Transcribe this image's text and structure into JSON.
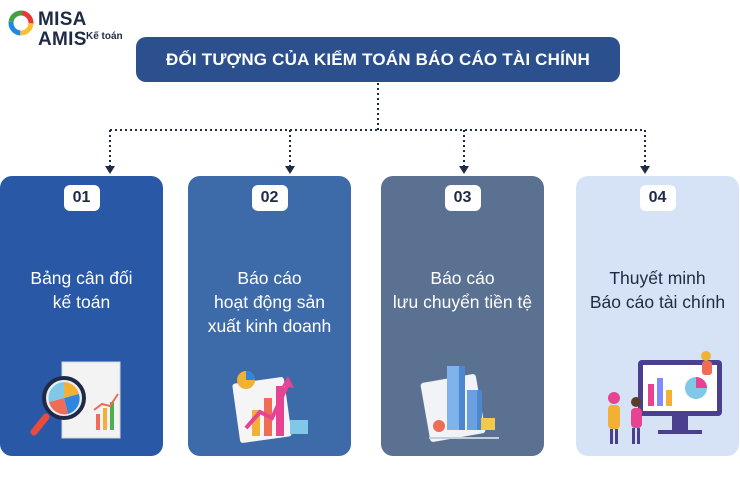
{
  "logo": {
    "brand": "MISA AMIS",
    "sub": "Kế toán"
  },
  "title": "ĐỐI TƯỢNG CỦA KIỂM TOÁN BÁO CÁO TÀI CHÍNH",
  "cards": [
    {
      "number": "01",
      "lines": [
        "Bảng cân đối",
        "kế toán"
      ]
    },
    {
      "number": "02",
      "lines": [
        "Báo cáo",
        "hoạt động sản",
        "xuất kinh doanh"
      ]
    },
    {
      "number": "03",
      "lines": [
        "Báo cáo",
        "lưu chuyển tiền tệ"
      ]
    },
    {
      "number": "04",
      "lines": [
        "Thuyết minh",
        "Báo cáo tài chính"
      ]
    }
  ],
  "colors": {
    "title_bg": "#2c4f8e",
    "card1": "#2858a6",
    "card2": "#3d6aa9",
    "card3": "#5a7191",
    "card4": "#d6e3f7"
  }
}
